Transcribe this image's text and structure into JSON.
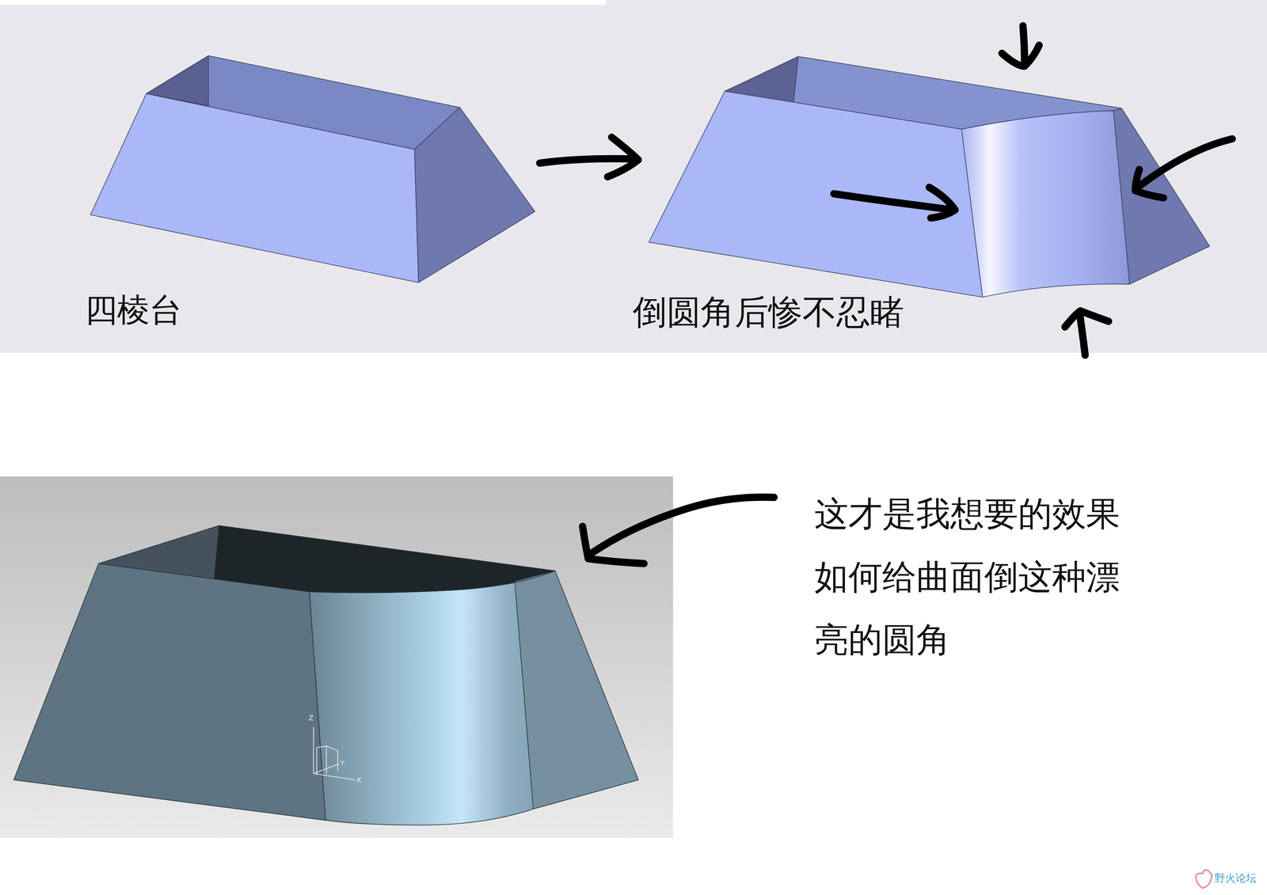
{
  "diagram": {
    "labels": [
      "四棱台",
      "倒圆角后惨不忍睹",
      "这才是我想要的效果 如何给曲面倒这种漂 亮的圆角",
      "Z",
      "Y",
      "X",
      "野火论坛"
    ]
  }
}
